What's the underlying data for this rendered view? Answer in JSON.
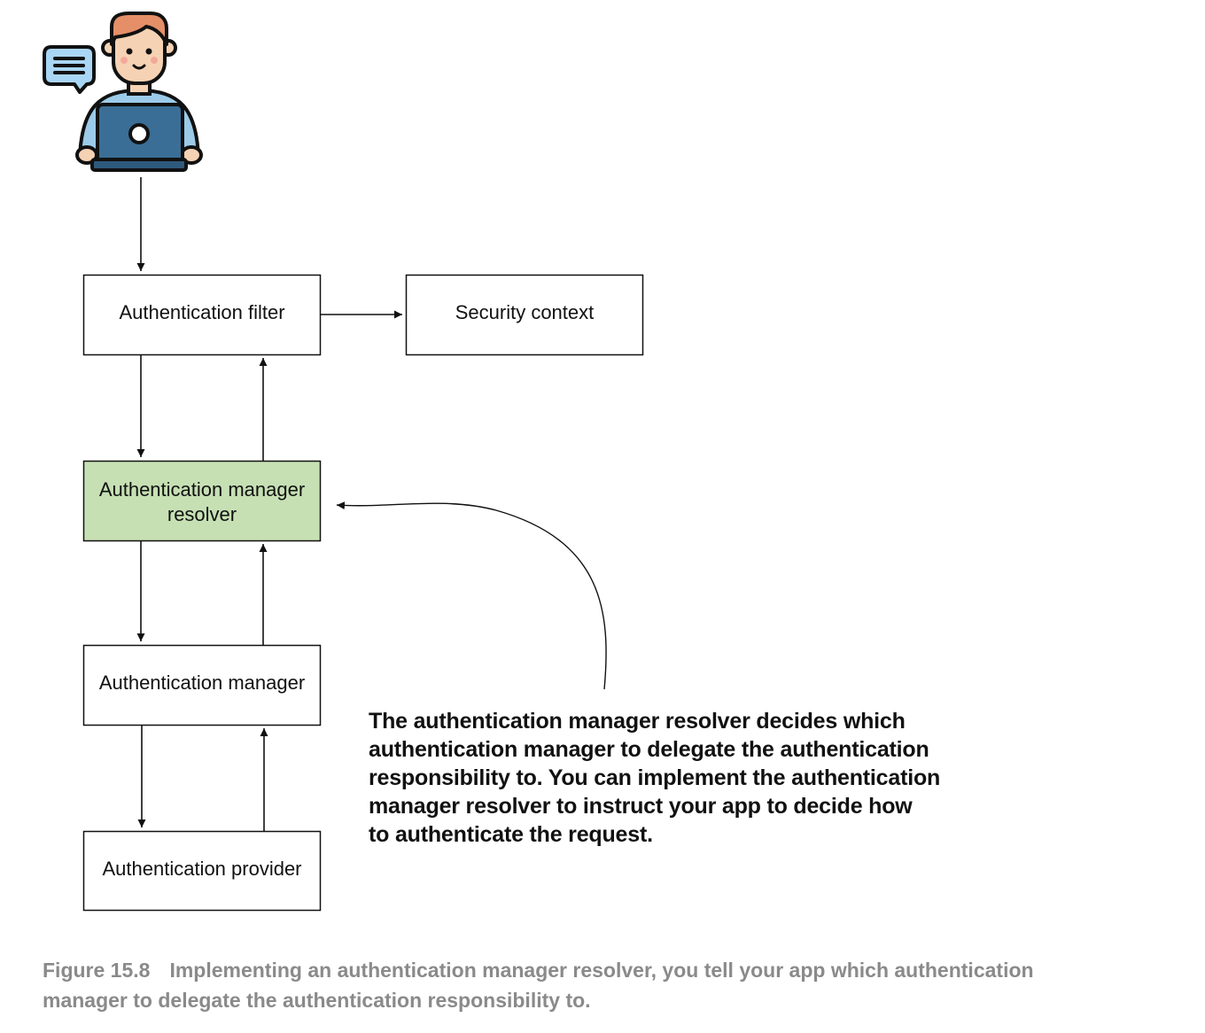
{
  "boxes": {
    "auth_filter": "Authentication filter",
    "security_context": "Security context",
    "resolver_line1": "Authentication manager",
    "resolver_line2": "resolver",
    "auth_manager": "Authentication manager",
    "auth_provider": "Authentication provider"
  },
  "annotation": {
    "lines": [
      "The authentication manager resolver decides which",
      "authentication manager to delegate the authentication",
      "responsibility to. You can implement the authentication",
      "manager resolver to instruct your app to decide how",
      "to authenticate the request."
    ]
  },
  "caption": {
    "figure_number": "Figure 15.8",
    "line1": "Implementing an authentication manager resolver, you tell your app which authentication",
    "line2": "manager to delegate the authentication responsibility to."
  },
  "colors": {
    "resolver_fill": "#c6e0b4",
    "box_stroke": "#111111",
    "caption_text": "#8a8a8a",
    "laptop": "#3b6e96",
    "shirt": "#9ccbe9",
    "skin": "#f6d2b4",
    "hair": "#e58f68",
    "speech_bubble": "#a9d6f4"
  },
  "icons": {
    "user": "user-with-laptop-icon",
    "speech": "speech-bubble-icon"
  }
}
